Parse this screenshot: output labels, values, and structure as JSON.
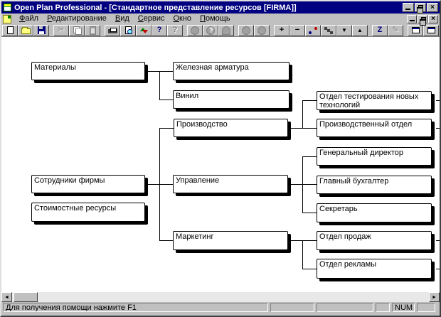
{
  "window": {
    "title": "Open Plan Professional - [Стандартное представление ресурсов [FIRMA]]"
  },
  "menu": {
    "items": [
      {
        "accel": "Ф",
        "rest": "айл"
      },
      {
        "accel": "Р",
        "rest": "едактирование"
      },
      {
        "accel": "В",
        "rest": "ид"
      },
      {
        "accel": "С",
        "rest": "ервис"
      },
      {
        "accel": "О",
        "rest": "кно"
      },
      {
        "accel": "П",
        "rest": "омощь"
      }
    ]
  },
  "toolbar": {
    "buttons": [
      {
        "name": "new",
        "enabled": true
      },
      {
        "name": "open",
        "enabled": true
      },
      {
        "name": "save",
        "enabled": true
      },
      {
        "name": "cut",
        "enabled": false
      },
      {
        "name": "copy",
        "enabled": false
      },
      {
        "name": "paste",
        "enabled": false
      },
      {
        "name": "print",
        "enabled": true
      },
      {
        "name": "print-preview",
        "enabled": true
      },
      {
        "name": "exchange",
        "enabled": true
      },
      {
        "name": "help",
        "enabled": true
      },
      {
        "name": "context-help",
        "enabled": false
      },
      {
        "name": "shape-circle",
        "enabled": false
      },
      {
        "name": "shape-circle-help",
        "enabled": false
      },
      {
        "name": "shape-arch",
        "enabled": false
      },
      {
        "name": "node-circle-1",
        "enabled": false
      },
      {
        "name": "node-circle-2",
        "enabled": false
      },
      {
        "name": "add",
        "enabled": true
      },
      {
        "name": "remove",
        "enabled": true
      },
      {
        "name": "link",
        "enabled": true
      },
      {
        "name": "outline",
        "enabled": true
      },
      {
        "name": "move-down",
        "enabled": true
      },
      {
        "name": "move-up",
        "enabled": true
      },
      {
        "name": "sort-z",
        "enabled": true
      },
      {
        "name": "script",
        "enabled": false
      },
      {
        "name": "window-cascade",
        "enabled": true
      },
      {
        "name": "window-restore",
        "enabled": true
      }
    ]
  },
  "icons": {
    "cut": "✂",
    "help": "?",
    "context_help": "?",
    "plus": "+",
    "minus": "−",
    "down_arrow": "▼",
    "up_arrow": "▲",
    "z": "Z",
    "script": "✎",
    "close": "×",
    "scroll_left": "◄",
    "scroll_right": "►"
  },
  "tree": {
    "nodes": [
      {
        "label": "Материалы",
        "parent": null
      },
      {
        "label": "Железная арматура",
        "parent": "Материалы"
      },
      {
        "label": "Винил",
        "parent": "Материалы"
      },
      {
        "label": "Производство",
        "parent": "Сотрудники фирмы"
      },
      {
        "label": "Сотрудники фирмы",
        "parent": null
      },
      {
        "label": "Управление",
        "parent": "Сотрудники фирмы"
      },
      {
        "label": "Стоимостные ресурсы",
        "parent": null
      },
      {
        "label": "Маркетинг",
        "parent": "Сотрудники фирмы"
      },
      {
        "label": "Отдел тестирования новых технологий",
        "parent": "Производство"
      },
      {
        "label": "Производственный отдел",
        "parent": "Производство"
      },
      {
        "label": "Генеральный директор",
        "parent": "Управление"
      },
      {
        "label": "Главный бухгалтер",
        "parent": "Управление"
      },
      {
        "label": "Секретарь",
        "parent": "Управление"
      },
      {
        "label": "Отдел продаж",
        "parent": "Маркетинг"
      },
      {
        "label": "Отдел рекламы",
        "parent": "Маркетинг"
      }
    ]
  },
  "status": {
    "help_text": "Для получения помощи нажмите F1",
    "num_indicator": "NUM"
  },
  "colors": {
    "title_bar": "#000080",
    "chrome": "#c0c0c0",
    "canvas": "#ffffff",
    "node_border": "#000000",
    "node_shadow": "#000000"
  }
}
